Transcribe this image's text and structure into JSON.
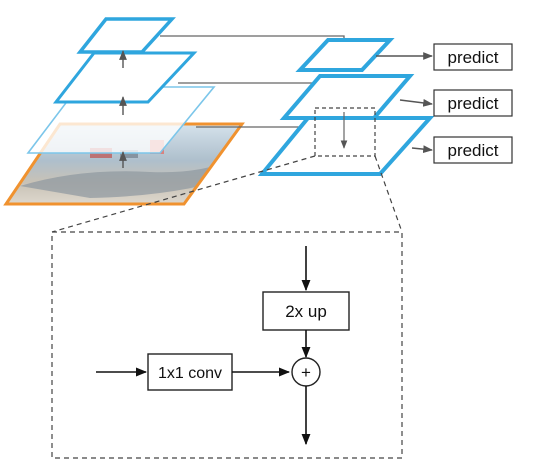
{
  "diagram": {
    "predict_labels": [
      "predict",
      "predict",
      "predict"
    ],
    "ops": {
      "upsample": "2x up",
      "lateral": "1x1 conv",
      "merge": "+"
    },
    "colors": {
      "pyramid_blue": "#2FA6DE",
      "image_border": "#F0922F",
      "line": "#555555",
      "arrow": "#111111"
    }
  }
}
